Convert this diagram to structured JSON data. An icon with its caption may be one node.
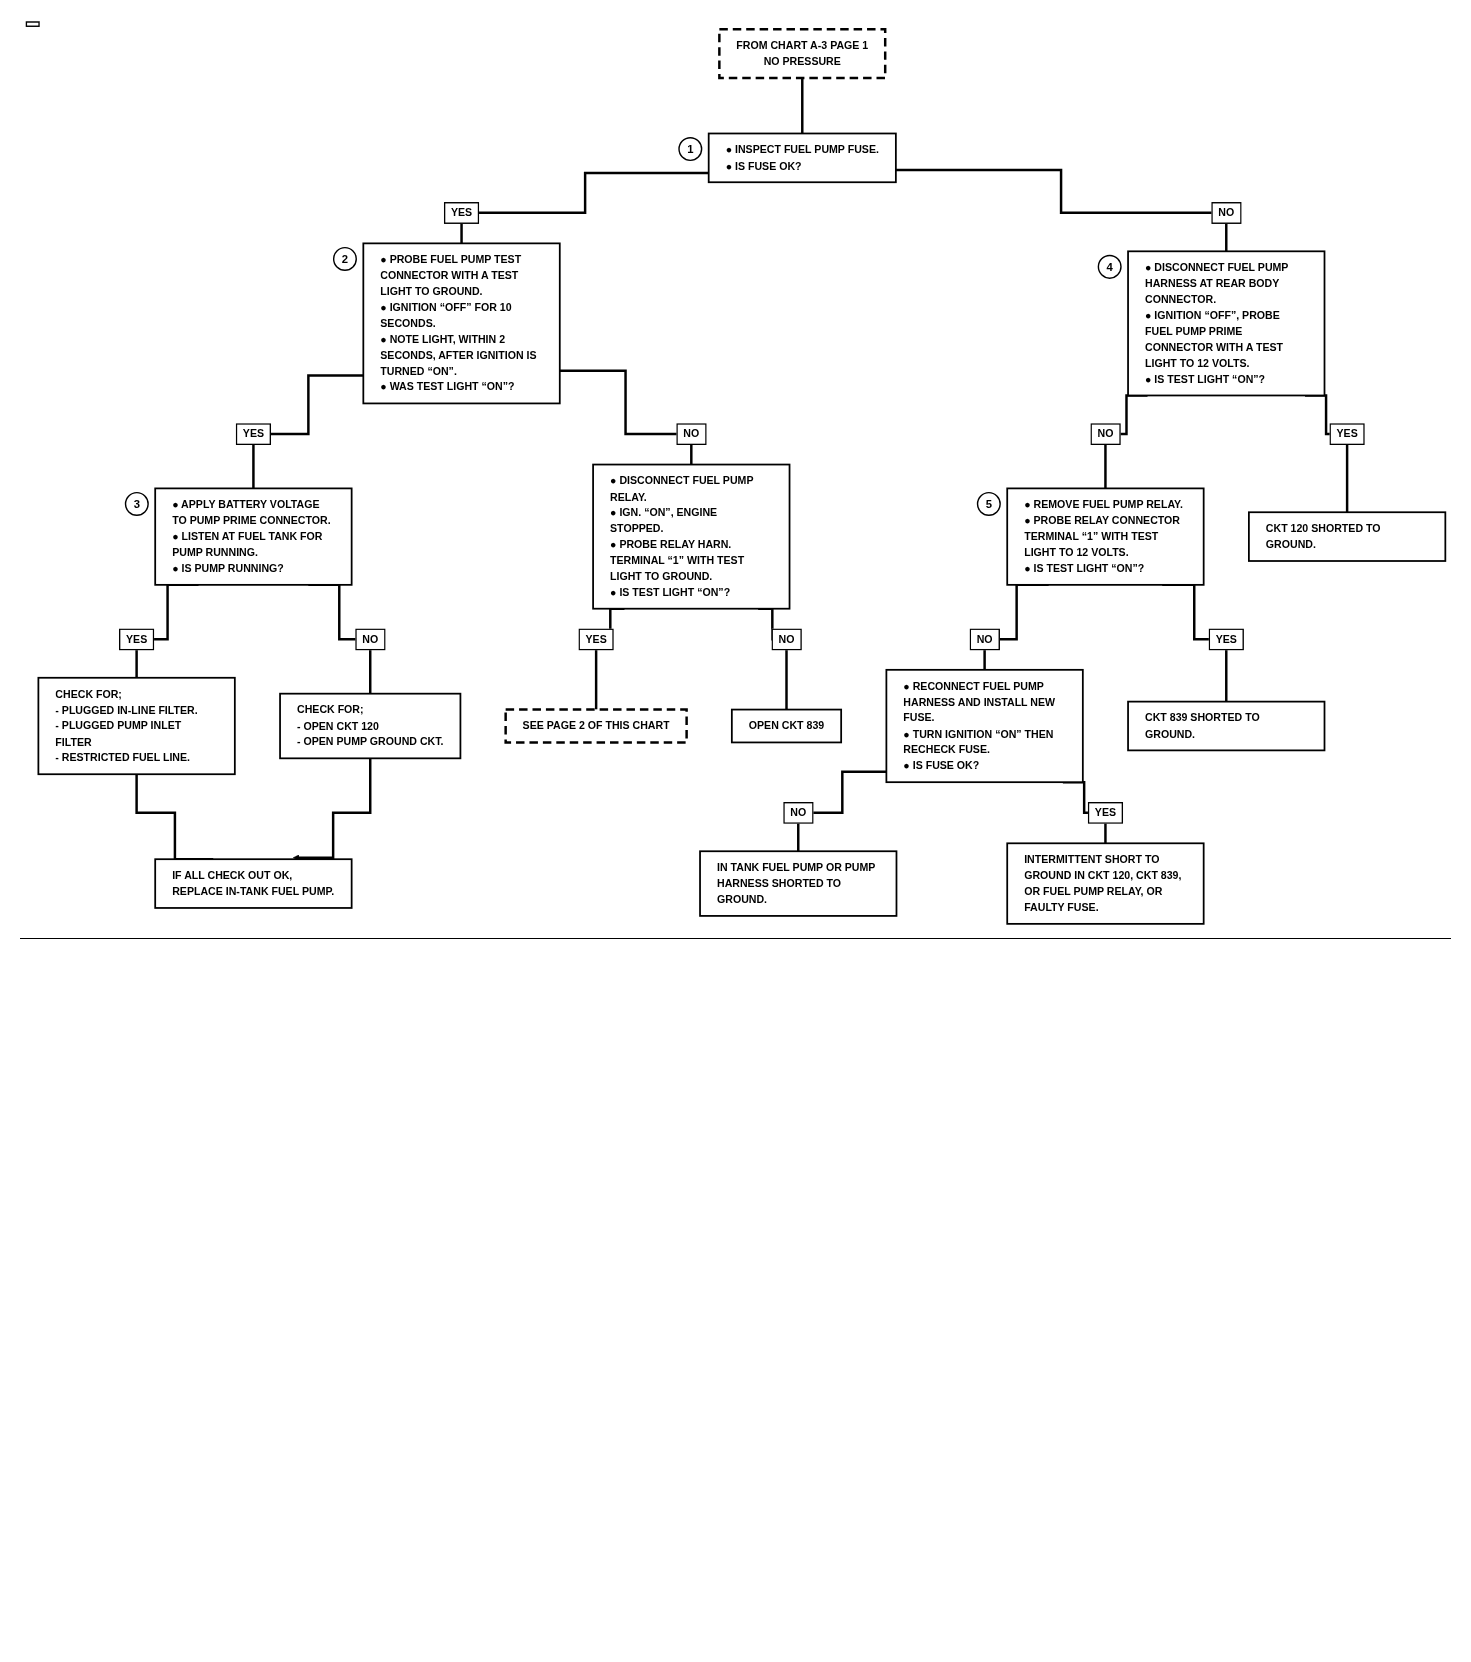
{
  "diagram": {
    "nodes": [
      {
        "text": [
          "FROM CHART A-3 PAGE 1",
          "NO PRESSURE"
        ]
      },
      {
        "text": [
          "● INSPECT FUEL PUMP FUSE.",
          "● IS FUSE OK?"
        ],
        "beside": [
          "1"
        ]
      },
      {
        "text": [
          "● PROBE FUEL PUMP TEST CONNECTOR WITH A TEST LIGHT TO GROUND.",
          "● IGNITION “OFF” FOR 10 SECONDS.",
          "● NOTE LIGHT, WITHIN 2 SECONDS, AFTER IGNITION IS TURNED “ON”.",
          "● WAS TEST LIGHT “ON”?"
        ],
        "beside": [
          "2"
        ]
      },
      {
        "text": [
          "● DISCONNECT FUEL PUMP HARNESS AT REAR BODY CONNECTOR.",
          "● IGNITION “OFF”, PROBE FUEL PUMP PRIME CONNECTOR WITH A TEST LIGHT TO 12 VOLTS.",
          "● IS TEST LIGHT “ON”?"
        ],
        "beside": [
          "4"
        ]
      },
      {
        "text": [
          "● APPLY BATTERY VOLTAGE TO PUMP PRIME CONNECTOR.",
          "● LISTEN AT FUEL TANK FOR PUMP RUNNING.",
          "● IS PUMP RUNNING?"
        ],
        "beside": [
          "3"
        ]
      },
      {
        "text": [
          "● DISCONNECT FUEL PUMP RELAY.",
          "● IGN. “ON”, ENGINE STOPPED.",
          "● PROBE RELAY HARN. TERMINAL “1” WITH TEST LIGHT TO GROUND.",
          "● IS TEST LIGHT “ON”?"
        ]
      },
      {
        "text": [
          "● REMOVE FUEL PUMP RELAY.",
          "● PROBE RELAY CONNECTOR TERMINAL “1” WITH TEST LIGHT TO 12 VOLTS.",
          "● IS TEST LIGHT “ON”?"
        ],
        "beside": [
          "5"
        ]
      },
      {
        "text": [
          "CKT 120 SHORTED TO GROUND."
        ]
      },
      {
        "text": [
          "CHECK FOR;",
          "- PLUGGED IN-LINE FILTER.",
          "- PLUGGED PUMP INLET FILTER",
          "- RESTRICTED FUEL LINE."
        ]
      },
      {
        "text": [
          "CHECK FOR;",
          "- OPEN CKT 120",
          "- OPEN PUMP GROUND CKT."
        ]
      },
      {
        "text": [
          "SEE PAGE 2 OF THIS CHART"
        ]
      },
      {
        "text": [
          "OPEN CKT 839"
        ]
      },
      {
        "text": [
          "● RECONNECT FUEL PUMP HARNESS AND INSTALL NEW FUSE.",
          "● TURN IGNITION “ON” THEN RECHECK FUSE.",
          "● IS FUSE OK?"
        ]
      },
      {
        "text": [
          "CKT 839 SHORTED TO GROUND."
        ]
      },
      {
        "text": [
          "IF ALL CHECK OUT OK, REPLACE IN-TANK FUEL PUMP."
        ]
      },
      {
        "text": [
          "IN TANK FUEL PUMP OR PUMP HARNESS SHORTED TO GROUND."
        ]
      },
      {
        "text": [
          "INTERMITTENT SHORT TO GROUND IN CKT 120, CKT 839, OR FUEL PUMP RELAY, OR FAULTY FUSE."
        ]
      }
    ],
    "edges": [
      {
        "from": 0,
        "to": 1,
        "arrow": "none"
      },
      {
        "from": 1,
        "to": 2,
        "arrow": "none",
        "label": "YES"
      },
      {
        "from": 1,
        "to": 3,
        "arrow": "none",
        "label": "NO"
      },
      {
        "from": 2,
        "to": 4,
        "arrow": "none",
        "label": "YES"
      },
      {
        "from": 2,
        "to": 5,
        "arrow": "none",
        "label": "NO"
      },
      {
        "from": 3,
        "to": 6,
        "arrow": "none",
        "label": "NO"
      },
      {
        "from": 3,
        "to": 7,
        "arrow": "none",
        "label": "YES"
      },
      {
        "from": 4,
        "to": 8,
        "arrow": "none",
        "label": "YES"
      },
      {
        "from": 4,
        "to": 9,
        "arrow": "none",
        "label": "NO"
      },
      {
        "from": 5,
        "to": 10,
        "arrow": "none",
        "label": "YES"
      },
      {
        "from": 5,
        "to": 11,
        "arrow": "none",
        "label": "NO"
      },
      {
        "from": 6,
        "to": 12,
        "arrow": "none",
        "label": "NO"
      },
      {
        "from": 6,
        "to": 13,
        "arrow": "none",
        "label": "YES"
      },
      {
        "from": 8,
        "to": 14,
        "arrow": "none"
      },
      {
        "from": 9,
        "to": 14,
        "arrow": "to"
      },
      {
        "from": 12,
        "to": 15,
        "arrow": "none",
        "label": "NO"
      },
      {
        "from": 12,
        "to": 16,
        "arrow": "none",
        "label": "YES"
      }
    ]
  }
}
